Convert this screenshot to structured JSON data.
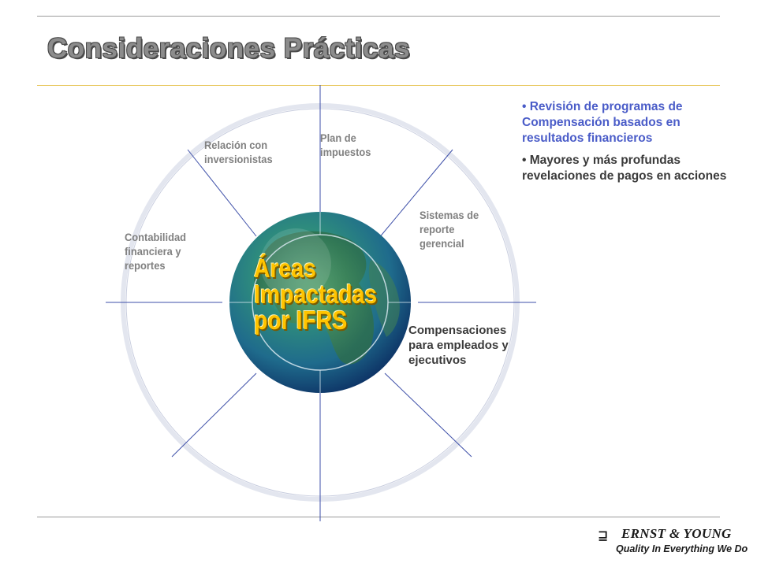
{
  "slide": {
    "title": "Consideraciones Prácticas"
  },
  "diagram": {
    "center": [
      "Áreas",
      "Impactadas",
      "por IFRS"
    ],
    "areas": {
      "impuestos": [
        "Plan de",
        "impuestos"
      ],
      "inversionistas": [
        "Relación con",
        "inversionistas"
      ],
      "contabilidad": [
        "Contabilidad",
        "financiera y",
        "reportes"
      ],
      "sistemas": [
        "Sistemas de",
        "reporte",
        "gerencial"
      ],
      "compensaciones": [
        "Compensaciones",
        "para empleados y",
        "ejecutivos"
      ]
    }
  },
  "bullets": [
    "• Revisión de programas de Compensación basados en resultados financieros",
    "• Mayores y más profundas revelaciones de pagos en acciones"
  ],
  "logo": {
    "mark": "⊒",
    "name": "ERNST & YOUNG",
    "tagline": "Quality In Everything We Do"
  },
  "colors": {
    "title": "#8c8c8c",
    "spokes": "#3d4fa8",
    "highlight_text": "#4a5cc8",
    "center_text": "#ffc400",
    "rule_gold": "#e8c860",
    "rule_gray": "#909090"
  }
}
